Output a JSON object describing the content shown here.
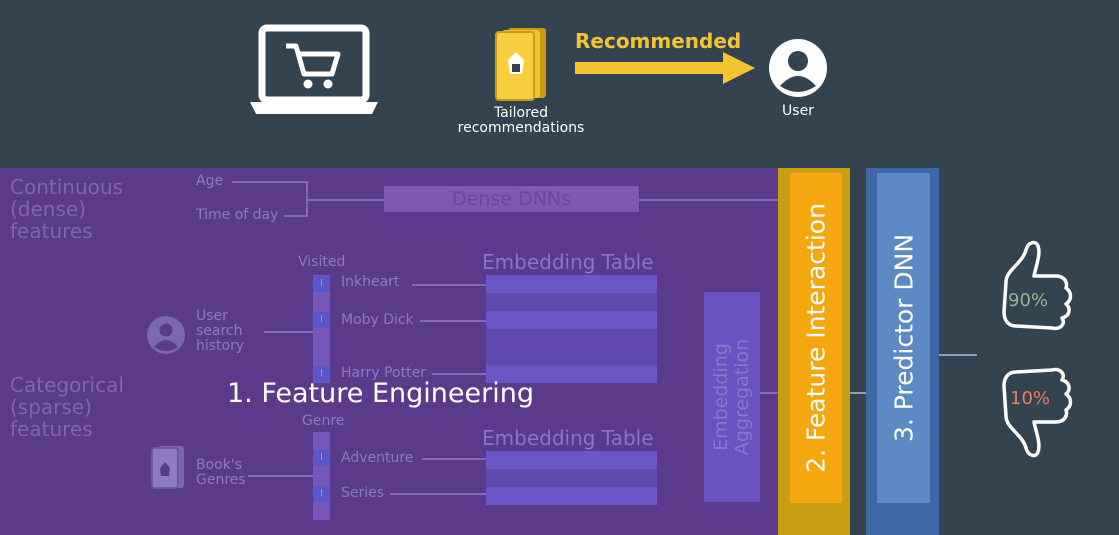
{
  "top": {
    "recommended_label": "Recommended",
    "tailored_label_1": "Tailored",
    "tailored_label_2": "recommendations",
    "user_label": "User"
  },
  "features": {
    "continuous_1": "Continuous",
    "continuous_2": "(dense)",
    "continuous_3": "features",
    "categorical_1": "Categorical",
    "categorical_2": "(sparse)",
    "categorical_3": "features",
    "age": "Age",
    "time_of_day": "Time of day",
    "dense_dnns": "Dense DNNs",
    "visited": "Visited",
    "user_search_1": "User",
    "user_search_2": "search",
    "user_search_3": "history",
    "inkheart": "Inkheart",
    "moby_dick": "Moby Dick",
    "harry_potter": "Harry Potter",
    "genre": "Genre",
    "books_genres_1": "Book's",
    "books_genres_2": "Genres",
    "adventure": "Adventure",
    "series": "Series",
    "embedding_table_1": "Embedding Table",
    "embedding_table_2": "Embedding Table",
    "embedding_agg_1": "Embedding",
    "embedding_agg_2": "Aggregation",
    "mark": "I",
    "feature_engineering": "1. Feature Engineering"
  },
  "interaction": {
    "label": "2. Feature Interaction"
  },
  "predictor": {
    "label": "3. Predictor DNN"
  },
  "output": {
    "thumbs_up_pct": "90%",
    "thumbs_down_pct": "10%"
  },
  "colors": {
    "background": "#33434f",
    "feature_panel": "#5b3a8c",
    "accent_yellow": "#f4c531",
    "interaction_orange": "#f4a70e",
    "predictor_blue": "#5d89c5",
    "up_pct": "#8fb79a",
    "down_pct": "#f07c6a"
  }
}
